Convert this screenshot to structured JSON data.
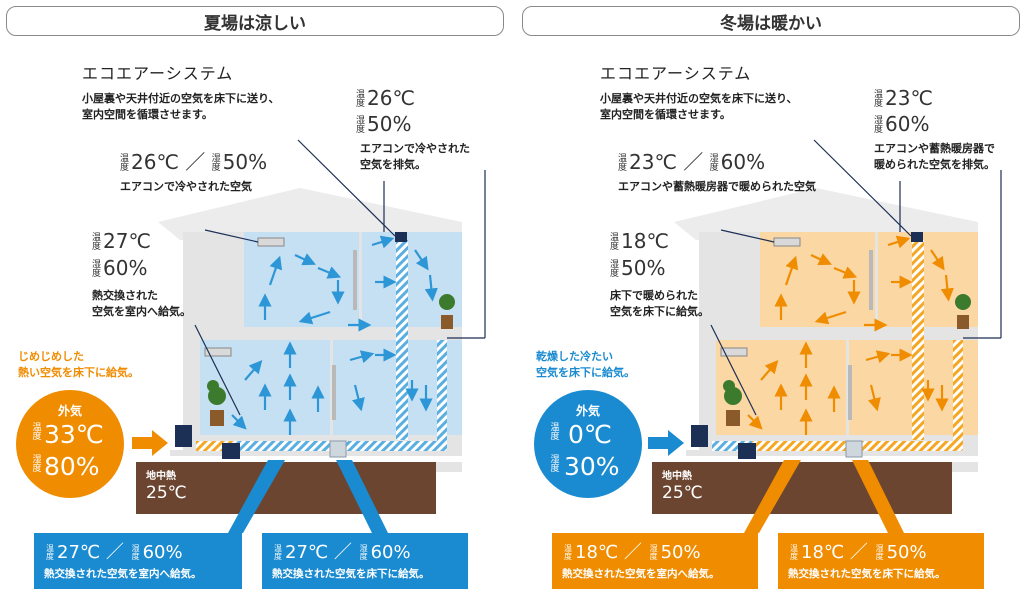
{
  "colors": {
    "blue": "#1a8bd0",
    "orange": "#f08c00",
    "summer_room": "#c6e0f3",
    "winter_room": "#fbd7a4",
    "ground": "#6b4530"
  },
  "summer": {
    "title": "夏場は涼しい",
    "system_title": "エコエアーシステム",
    "system_desc_1": "小屋裏や天井付近の空気を床下に送り、",
    "system_desc_2": "室内空間を循環させます。",
    "attic_temp": "26℃",
    "attic_humid": "50%",
    "attic_note_1": "エアコンで冷やされた",
    "attic_note_2": "空気を排気。",
    "upper_temp": "26℃ ／",
    "upper_humid": "50%",
    "upper_note": "エアコンで冷やされた空気",
    "mid_temp": "27℃",
    "mid_humid": "60%",
    "mid_note_1": "熱交換された",
    "mid_note_2": "空気を室内へ給気。",
    "outside_note_1": "じめじめした",
    "outside_note_2": "熱い空気を床下に給気。",
    "outside_label": "外気",
    "outside_temp": "33℃",
    "outside_humid": "80%",
    "geo_label": "地中熱",
    "geo_temp": "25℃",
    "box1_temp": "27℃ ／",
    "box1_humid": "60%",
    "box1_note": "熱交換された空気を室内へ給気。",
    "box2_temp": "27℃ ／",
    "box2_humid": "60%",
    "box2_note": "熱交換された空気を床下に給気。"
  },
  "winter": {
    "title": "冬場は暖かい",
    "system_title": "エコエアーシステム",
    "system_desc_1": "小屋裏や天井付近の空気を床下に送り、",
    "system_desc_2": "室内空間を循環させます。",
    "attic_temp": "23℃",
    "attic_humid": "60%",
    "attic_note_1": "エアコンや蓄熱暖房器で",
    "attic_note_2": "暖められた空気を排気。",
    "upper_temp": "23℃ ／",
    "upper_humid": "60%",
    "upper_note": "エアコンや蓄熱暖房器で暖められた空気",
    "mid_temp": "18℃",
    "mid_humid": "50%",
    "mid_note_1": "床下で暖められた",
    "mid_note_2": "空気を床下に給気。",
    "outside_note_1": "乾燥した冷たい",
    "outside_note_2": "空気を床下に給気。",
    "outside_label": "外気",
    "outside_temp": "0℃",
    "outside_humid": "30%",
    "geo_label": "地中熱",
    "geo_temp": "25℃",
    "box1_temp": "18℃ ／",
    "box1_humid": "50%",
    "box1_note": "熱交換された空気を室内へ給気。",
    "box2_temp": "18℃ ／",
    "box2_humid": "50%",
    "box2_note": "熱交換された空気を床下に給気。"
  },
  "kanji": {
    "temp": "温度",
    "humid": "湿度"
  }
}
